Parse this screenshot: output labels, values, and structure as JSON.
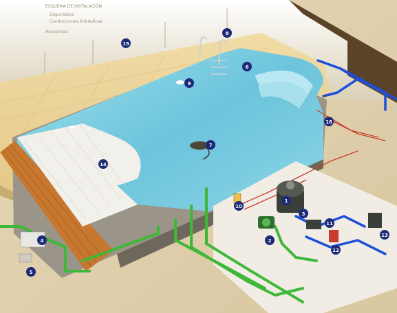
{
  "header_text": {
    "line1": "ESQUEMA DE INSTALACIÓN",
    "line2": "Depuradora",
    "line3": "Conducciones hidráulicas",
    "line4": "Accesorios"
  },
  "callouts": [
    {
      "id": "c1",
      "label": "1"
    },
    {
      "id": "c2",
      "label": "2"
    },
    {
      "id": "c3",
      "label": "3"
    },
    {
      "id": "c4",
      "label": "4"
    },
    {
      "id": "c5",
      "label": "5"
    },
    {
      "id": "c6",
      "label": "6"
    },
    {
      "id": "c7",
      "label": "7"
    },
    {
      "id": "c8",
      "label": "8"
    },
    {
      "id": "c9",
      "label": "9"
    },
    {
      "id": "c10",
      "label": "10"
    },
    {
      "id": "c11",
      "label": "11"
    },
    {
      "id": "c12",
      "label": "12"
    },
    {
      "id": "c13",
      "label": "13"
    },
    {
      "id": "c14",
      "label": "14"
    },
    {
      "id": "c15",
      "label": "15"
    },
    {
      "id": "c16",
      "label": "16"
    }
  ],
  "colors": {
    "water": "#7fd0e4",
    "deck": "#ecd49a",
    "wall": "#d8cfb8",
    "pipe_green": "#3fb83a",
    "pipe_blue": "#1f4fd8",
    "pipe_red": "#c8402c",
    "badge": "#1c2b78",
    "cover": "#f2f0ea",
    "wood": "#c8772e"
  }
}
